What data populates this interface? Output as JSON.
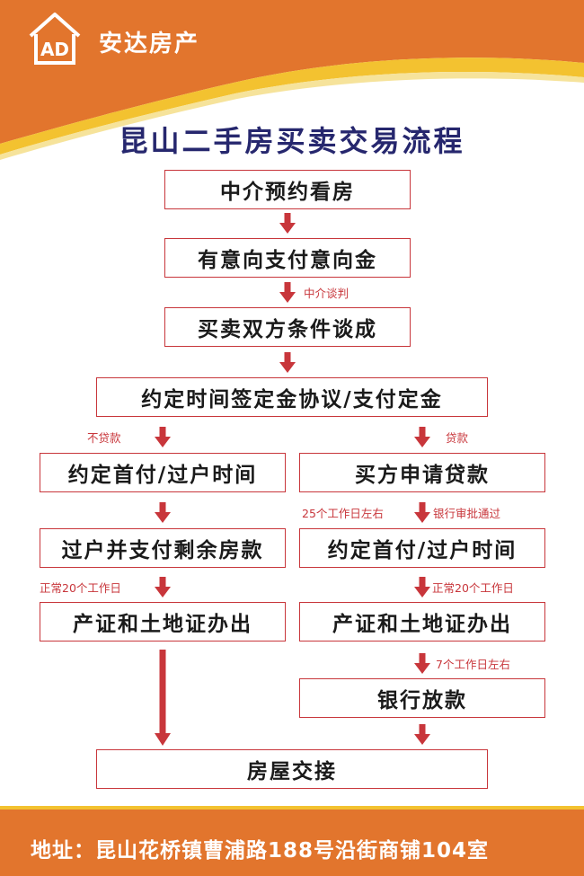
{
  "header": {
    "brand_name": "安达房产",
    "logo_text": "AD"
  },
  "title": "昆山二手房买卖交易流程",
  "steps": {
    "s1": "中介预约看房",
    "s2": "有意向支付意向金",
    "s3": "买卖双方条件谈成",
    "s4": "约定时间签定金协议/支付定金",
    "l1": "约定首付/过户时间",
    "l2": "过户并支付剩余房款",
    "l3": "产证和土地证办出",
    "r1": "买方申请贷款",
    "r2": "约定首付/过户时间",
    "r3": "产证和土地证办出",
    "r4": "银行放款",
    "final": "房屋交接"
  },
  "labels": {
    "negotiation": "中介谈判",
    "no_loan": "不贷款",
    "loan": "贷款",
    "approval_days": "25个工作日左右",
    "bank_approval": "银行审批通过",
    "left_days": "正常20个工作日",
    "right_days": "正常20个工作日",
    "release_days": "7个工作日左右"
  },
  "footer": {
    "address": "地址：昆山花桥镇曹浦路188号沿街商铺104室"
  },
  "colors": {
    "orange": "#e2752d",
    "yellow": "#f3c230",
    "red": "#c8363b",
    "navy": "#26276e"
  }
}
